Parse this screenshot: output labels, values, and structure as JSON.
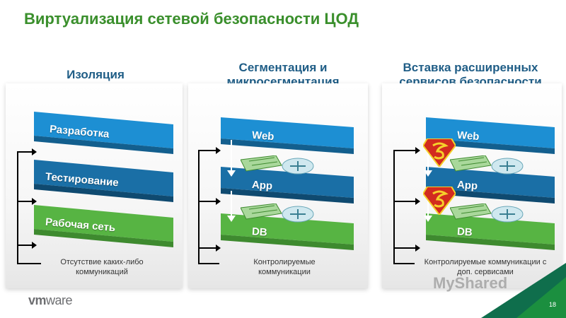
{
  "title": "Виртуализация сетевой безопасности ЦОД",
  "columns": [
    {
      "heading": "Изоляция",
      "layers": [
        "Разработка",
        "Тестирование",
        "Рабочая сеть"
      ],
      "caption": "Отсутствие каких-либо коммуникаций"
    },
    {
      "heading": "Сегментация и микросегментация",
      "layers": [
        "Web",
        "App",
        "DB"
      ],
      "caption": "Контролируемые коммуникации"
    },
    {
      "heading": "Вставка расширенных сервисов безопасности",
      "layers": [
        "Web",
        "App",
        "DB"
      ],
      "caption": "Контролируемые коммуникации с доп. сервисами"
    }
  ],
  "footer": {
    "logo_vm": "vm",
    "logo_ware": "ware",
    "page_number": "18",
    "watermark": "MyShared"
  },
  "colors": {
    "title": "#3a8f2c",
    "heading": "#1f5d86",
    "layer_top": "#1d8fd3",
    "layer_mid": "#1a6fa6",
    "layer_bottom": "#57b443"
  }
}
